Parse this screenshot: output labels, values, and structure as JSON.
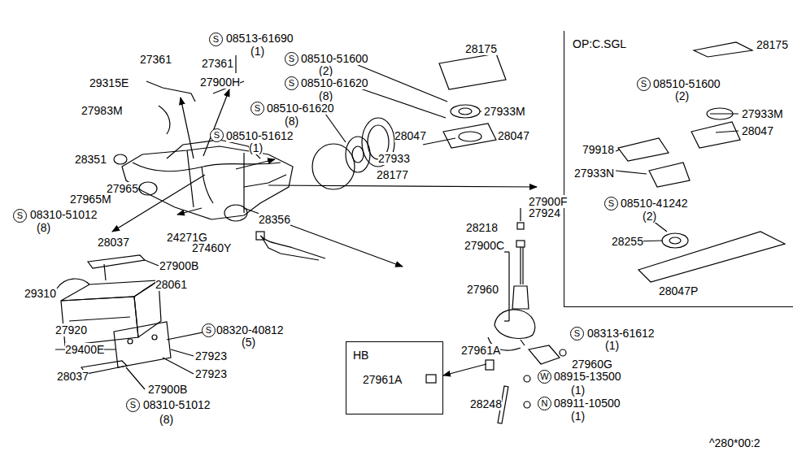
{
  "diagram": {
    "nodes": [
      {
        "text": [
          "OP:C.SGL"
        ]
      },
      {
        "text": [
          "HB",
          "27961A"
        ]
      }
    ],
    "labels": [
      "S",
      "08513-61690",
      "(1)",
      "27361",
      "27361",
      "29315E",
      "27900H",
      "27983M",
      "28351",
      "27965",
      "27965M",
      "S",
      "08310-51012",
      "(8)",
      "28037",
      "27900B",
      "29310",
      "28061",
      "27920",
      "29400E",
      "S",
      "08320-40812",
      "(5)",
      "27923",
      "27923",
      "28037",
      "27900B",
      "S",
      "08310-51012",
      "(8)",
      "24271G",
      "27460Y",
      "28356",
      "S",
      "08510-51600",
      "(2)",
      "S",
      "08510-61620",
      "(8)",
      "S",
      "08510-61620",
      "(8)",
      "S",
      "08510-51612",
      "(1)",
      "28175",
      "27933M",
      "28047",
      "28047",
      "27933",
      "28177",
      "27900F",
      "27924",
      "28218",
      "27900C",
      "27960",
      "S",
      "08313-61612",
      "(1)",
      "27961A",
      "27960G",
      "W",
      "08915-13500",
      "(1)",
      "N",
      "08911-10500",
      "(1)",
      "28248",
      "28175",
      "S",
      "08510-51600",
      "(2)",
      "27933M",
      "28047",
      "79918",
      "27933N",
      "S",
      "08510-41242",
      "(2)",
      "28255",
      "28047P",
      "^280*00:2"
    ]
  }
}
